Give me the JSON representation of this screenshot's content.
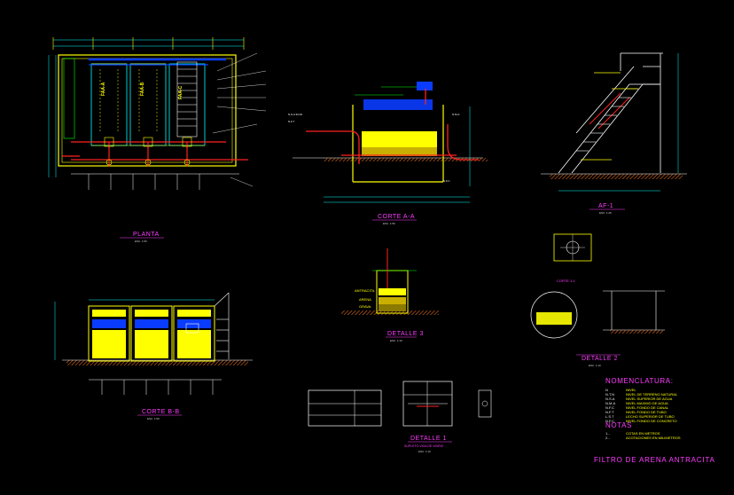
{
  "colors": {
    "background": "#000000",
    "wall": "#ffff00",
    "water": "#0a3cff",
    "pipe_red": "#ff2020",
    "dimension": "#00ffff",
    "title": "#ff3cff",
    "green": "#00ff00",
    "ground": "#e26a1b",
    "white": "#ffffff"
  },
  "views": {
    "planta": {
      "title": "PLANTA",
      "scale": "ESC. 1:50"
    },
    "corte_aa": {
      "title": "CORTE A-A",
      "scale": "ESC. 1:50"
    },
    "corte_bb": {
      "title": "CORTE B-B",
      "scale": "ESC. 1:50"
    },
    "af1": {
      "title": "AF-1",
      "scale": "ESC. 1:25"
    },
    "detalle1": {
      "title": "DETALLE 1",
      "subtitle": "SUPLETO VIGA DE VIDRIO",
      "scale": "ESC. 1:10"
    },
    "detalle2": {
      "title": "DETALLE 2",
      "scale": "ESC. 1:10"
    },
    "detalle3": {
      "title": "DETALLE 3",
      "scale": "ESC. 1:10"
    },
    "corte_11": {
      "title": "CORTE 1-1"
    }
  },
  "tags": {
    "faa": "FAA-A",
    "fab": "FAA-B",
    "fac": "FAA-C"
  },
  "layers": {
    "antracita": "ANTRACITA",
    "arena": "ARENA",
    "grava": "GRAVA"
  },
  "nomenclatura": {
    "title": "NOMENCLATURA:",
    "items": [
      {
        "abbr": "N",
        "desc": "NIVEL"
      },
      {
        "abbr": "N.T.N",
        "desc": "NIVEL DE TERRENO NATURAL"
      },
      {
        "abbr": "N.S.A",
        "desc": "NIVEL SUPERIOR DE AGUA"
      },
      {
        "abbr": "N.M.A",
        "desc": "NIVEL MAXIMO DE AGUA"
      },
      {
        "abbr": "N.F.C",
        "desc": "NIVEL FONDO DE CANAL"
      },
      {
        "abbr": "N.F.T",
        "desc": "NIVEL FONDO DE TUBO"
      },
      {
        "abbr": "L.S.T",
        "desc": "LECHO SUPERIOR DE TUBO"
      },
      {
        "abbr": "N.F.C",
        "desc": "NIVEL FONDO DE CONCRETO"
      }
    ]
  },
  "notas": {
    "title": "NOTAS",
    "items": [
      {
        "abbr": "1.-",
        "desc": "COTAS EN METROS"
      },
      {
        "abbr": "2.-",
        "desc": "ACOTACIONES EN MILIMETROS"
      }
    ]
  },
  "sheet_title": "FILTRO DE ARENA ANTRACITA"
}
